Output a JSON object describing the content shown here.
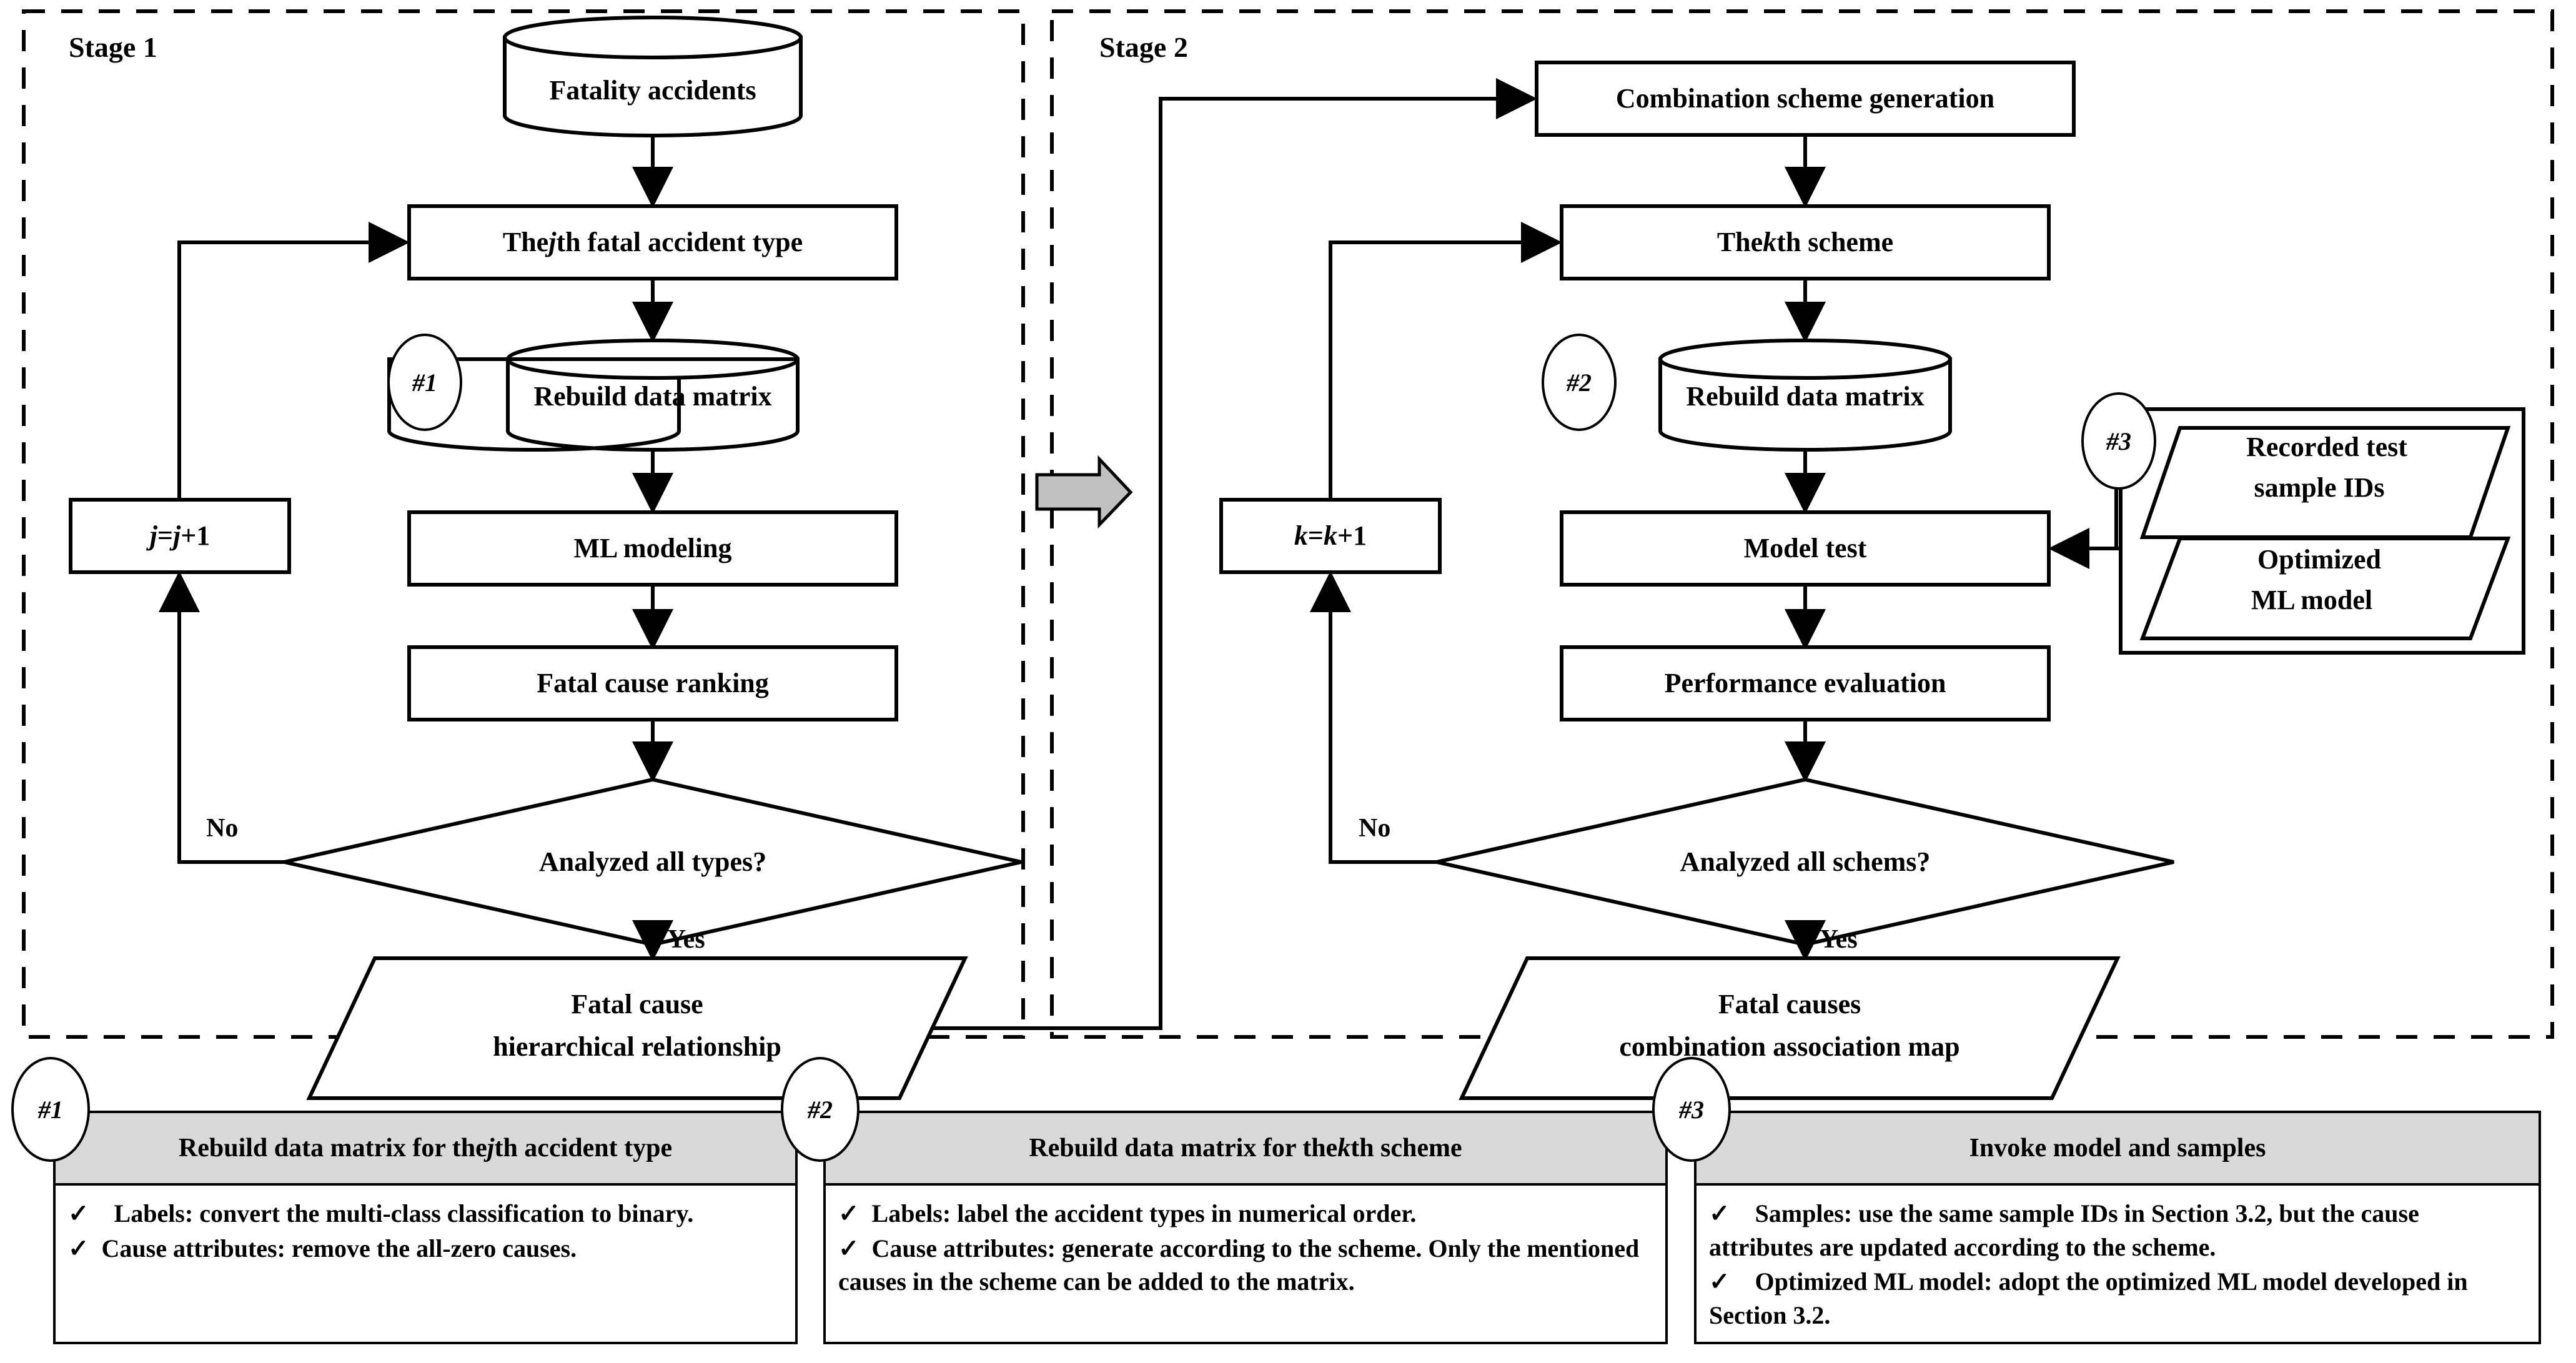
{
  "diagram": {
    "title_stage1": "Stage 1",
    "title_stage2": "Stage 2",
    "stage1": {
      "db_source": "Fatality accidents",
      "step_type": "The jth fatal accident type",
      "step_type_pre": "The ",
      "step_type_var": "j",
      "step_type_post": "th fatal accident type",
      "db_rebuild": "Rebuild data matrix",
      "step_model": "ML modeling",
      "step_rank": "Fatal cause ranking",
      "decision": "Analyzed all types?",
      "label_no": "No",
      "label_yes": "Yes",
      "loop_box_pre": "j",
      "loop_box_mid": " = ",
      "loop_box_post": " +1",
      "loop_box": "j = j +1",
      "output_line1": "Fatal cause",
      "output_line2": "hierarchical relationship",
      "marker": "#1"
    },
    "stage2": {
      "step_gen": "Combination scheme generation",
      "step_scheme_pre": "The ",
      "step_scheme_var": "k",
      "step_scheme_post": "th scheme",
      "step_scheme": "The kth scheme",
      "db_rebuild": "Rebuild data matrix",
      "step_test": "Model test",
      "step_eval": "Performance evaluation",
      "decision": "Analyzed all schems?",
      "label_no": "No",
      "label_yes": "Yes",
      "loop_box_pre": "k",
      "loop_box_post": " +1",
      "loop_box": "k = k +1",
      "output_line1": "Fatal causes",
      "output_line2": "combination association map",
      "marker": "#2",
      "resource_marker": "#3",
      "resource_a_line1": "Recorded test",
      "resource_a_line2": "sample IDs",
      "resource_b_line1": "Optimized",
      "resource_b_line2": "ML model"
    }
  },
  "legend": [
    {
      "marker": "#1",
      "header_pre": "Rebuild data matrix for the ",
      "header_var": "j",
      "header_post": "th accident type",
      "header": "Rebuild data matrix for the jth accident type",
      "lines": [
        "✓ Labels: convert the multi-class classification to  binary.",
        "✓ Cause attributes: remove the all-zero causes."
      ]
    },
    {
      "marker": "#2",
      "header_pre": "Rebuild data matrix for the ",
      "header_var": "k",
      "header_post": "th scheme",
      "header": "Rebuild data matrix for the kth scheme",
      "lines": [
        "✓ Labels: label the accident types in numerical order.",
        "✓ Cause attributes: generate according to the scheme. Only the mentioned causes in the scheme can be added to the matrix."
      ]
    },
    {
      "marker": "#3",
      "header_pre": "Invoke model and samples",
      "header_var": "",
      "header_post": "",
      "header": "Invoke model and samples",
      "lines": [
        "✓ Samples: use the same sample IDs in Section 3.2, but the cause attributes are updated according to the scheme.",
        "✓ Optimized ML model: adopt the optimized ML model developed in Section 3.2."
      ]
    }
  ],
  "colors": {
    "line": "#000000",
    "header_fill": "#d9d9d9",
    "transition_arrow": "#c0c0c0",
    "background": "#ffffff"
  }
}
